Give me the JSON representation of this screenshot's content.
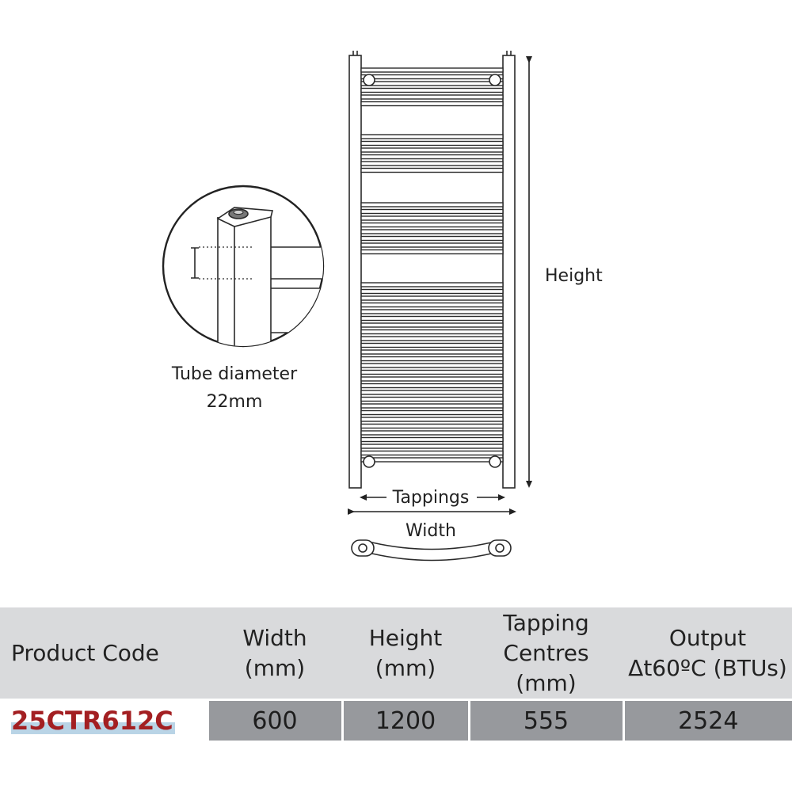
{
  "diagram": {
    "tube_label_line1": "Tube diameter",
    "tube_label_line2": "22mm",
    "height_label": "Height",
    "tappings_label": "Tappings",
    "width_label": "Width"
  },
  "table": {
    "headers": {
      "code": "Product Code",
      "width_1": "Width",
      "width_2": "(mm)",
      "height_1": "Height",
      "height_2": "(mm)",
      "tap_1": "Tapping",
      "tap_2": "Centres",
      "tap_3": "(mm)",
      "output_1": "Output",
      "output_2": "Δt60ºC (BTUs)"
    },
    "row": {
      "code": "25CTR612C",
      "width": "600",
      "height": "1200",
      "tapping_centres": "555",
      "output": "2524"
    }
  },
  "colors": {
    "code_red": "#a31f22",
    "header_bg": "#d9dadc",
    "value_bg": "#97999d"
  }
}
